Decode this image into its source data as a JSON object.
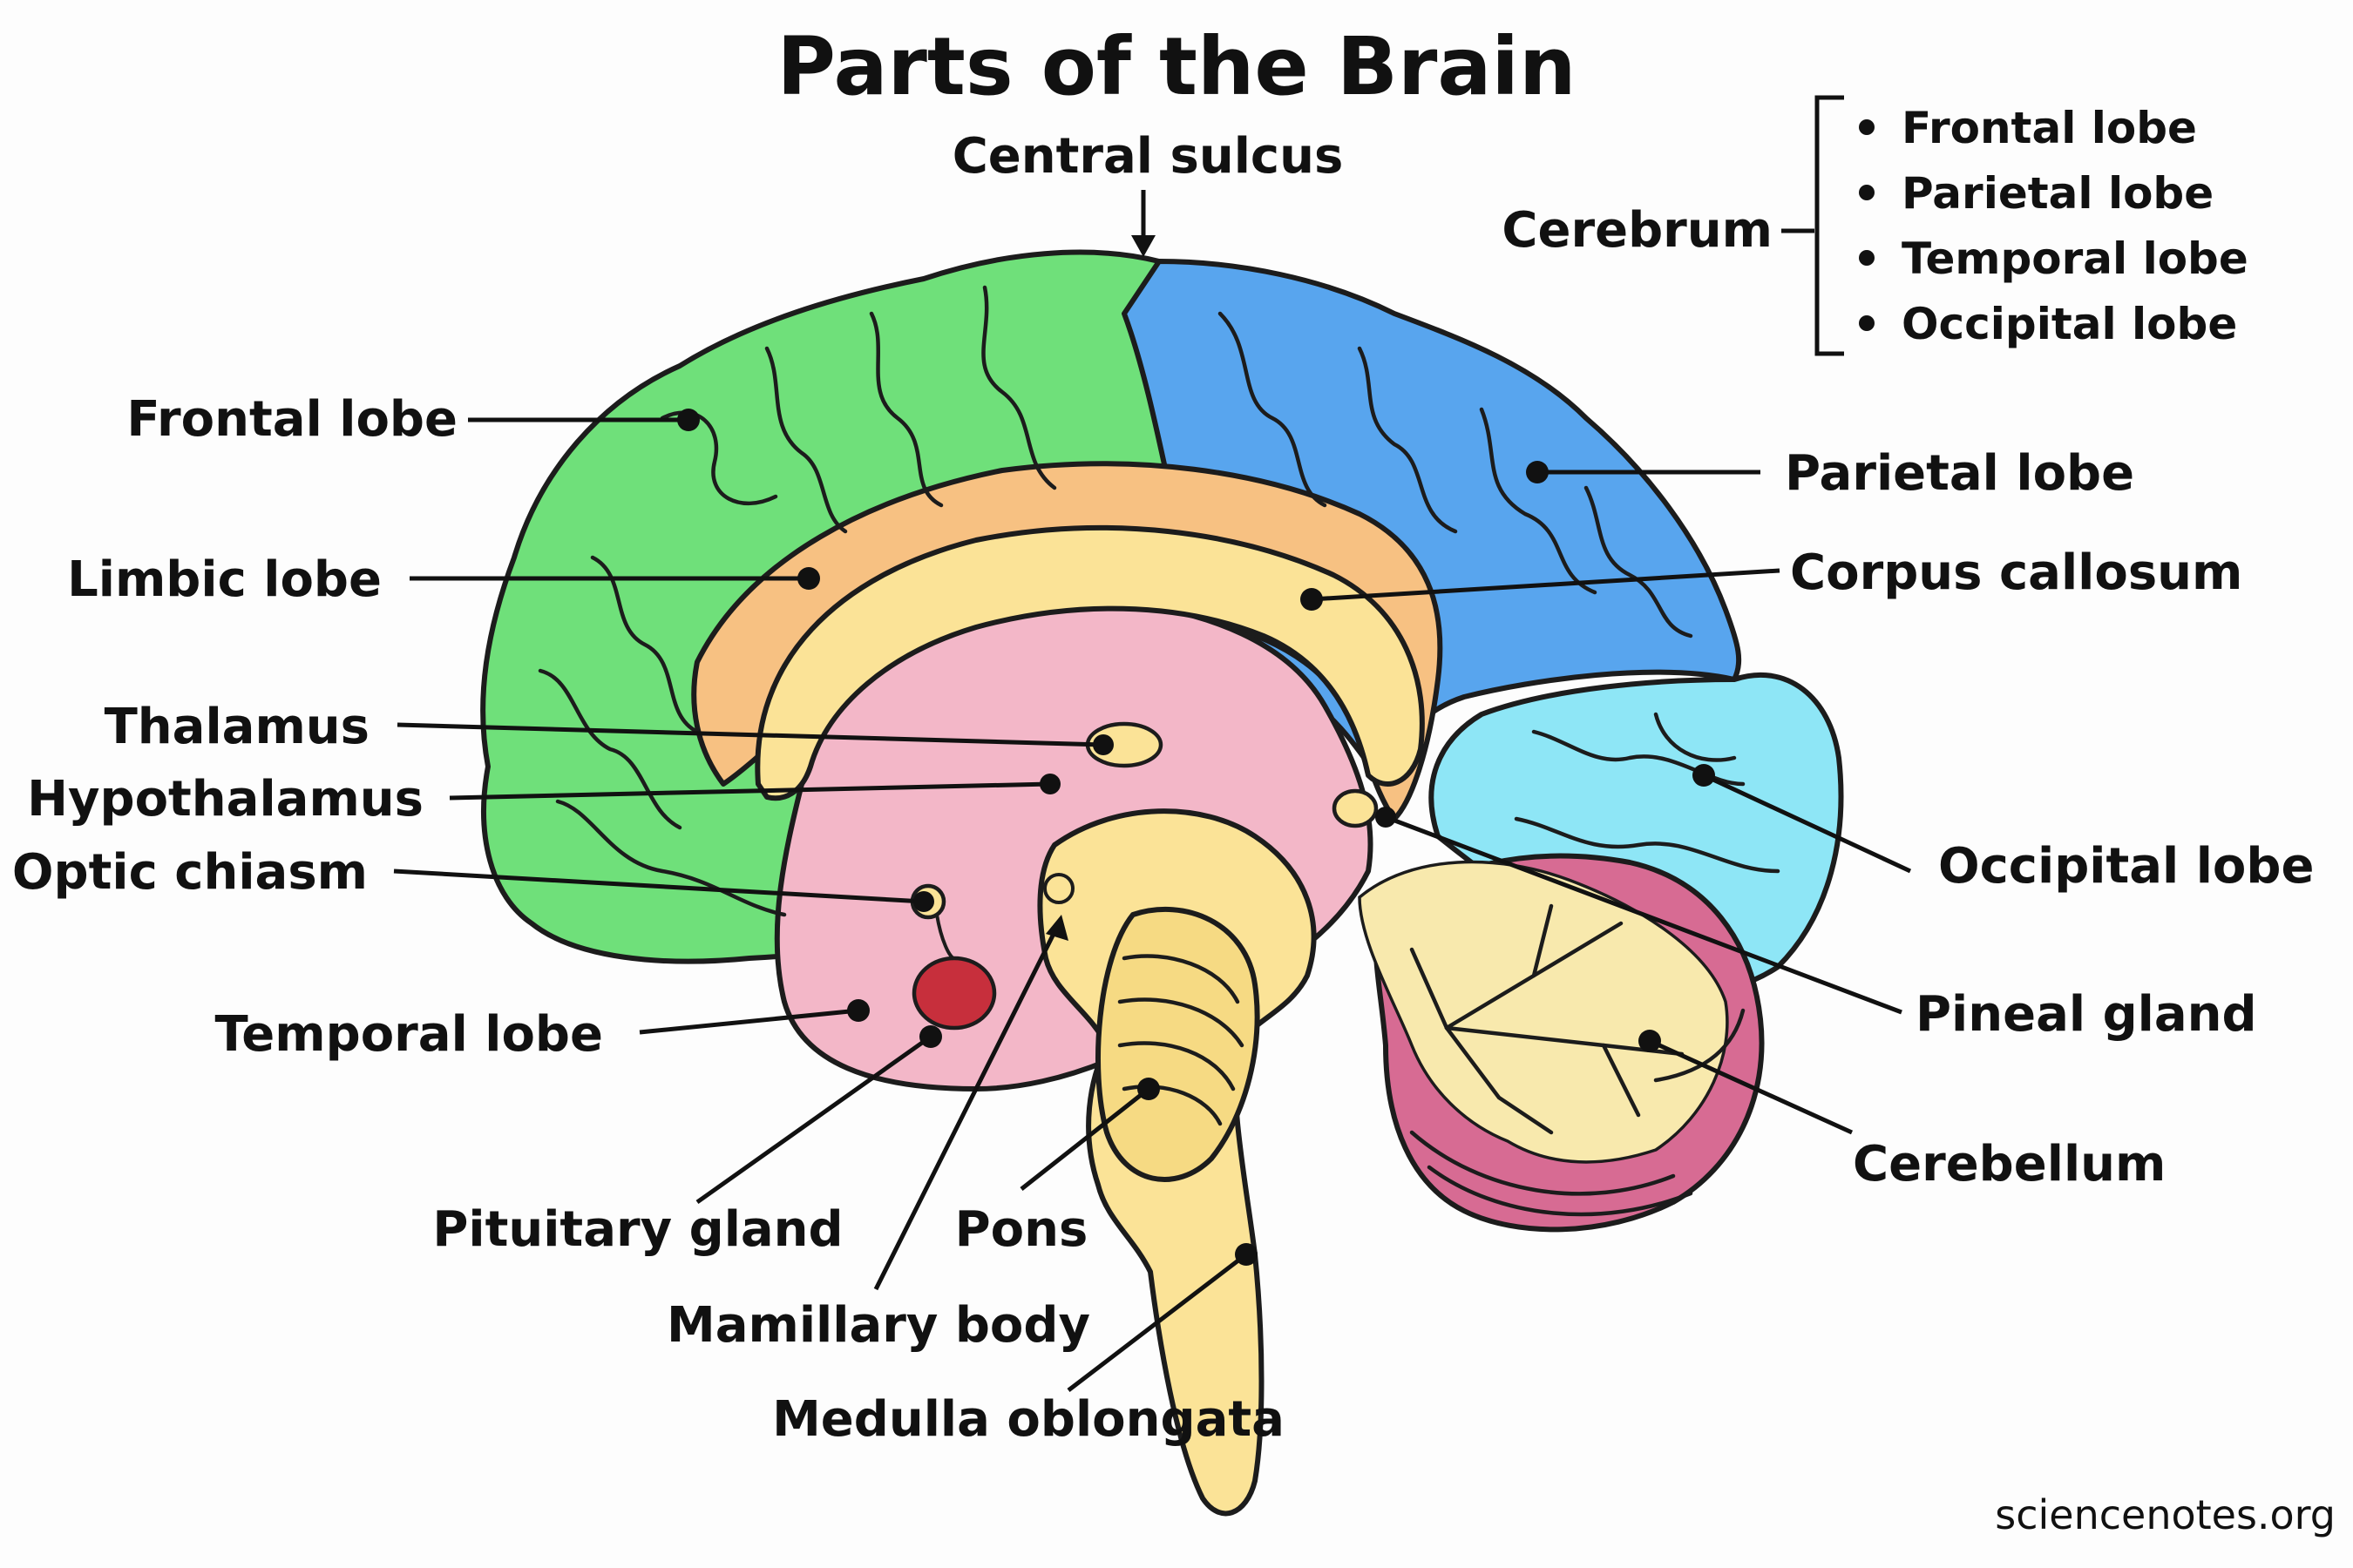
{
  "title": "Parts of the Brain",
  "credit": "sciencenotes.org",
  "cerebrum": {
    "label": "Cerebrum",
    "items": [
      "Frontal lobe",
      "Parietal lobe",
      "Temporal lobe",
      "Occipital lobe"
    ]
  },
  "labels": {
    "central_sulcus": "Central sulcus",
    "frontal_lobe": "Frontal lobe",
    "limbic_lobe": "Limbic lobe",
    "thalamus": "Thalamus",
    "hypothalamus": "Hypothalamus",
    "optic_chiasm": "Optic chiasm",
    "temporal_lobe": "Temporal lobe",
    "pituitary_gland": "Pituitary gland",
    "pons": "Pons",
    "mamillary_body": "Mamillary body",
    "medulla_oblongata": "Medulla oblongata",
    "parietal_lobe": "Parietal lobe",
    "corpus_callosum": "Corpus callosum",
    "occipital_lobe": "Occipital lobe",
    "pineal_gland": "Pineal gland",
    "cerebellum": "Cerebellum"
  },
  "colors": {
    "frontal": "#6fe07a",
    "parietal": "#58a5ee",
    "occipital": "#8ee6f6",
    "limbic": "#f7c182",
    "corpus_callosum": "#fbe397",
    "diencephalon": "#f3b7c8",
    "cerebellum_white": "#f8e9ad",
    "cerebellum_gray": "#d76b93",
    "brainstem": "#fbe397",
    "pituitary": "#c72f3c"
  }
}
